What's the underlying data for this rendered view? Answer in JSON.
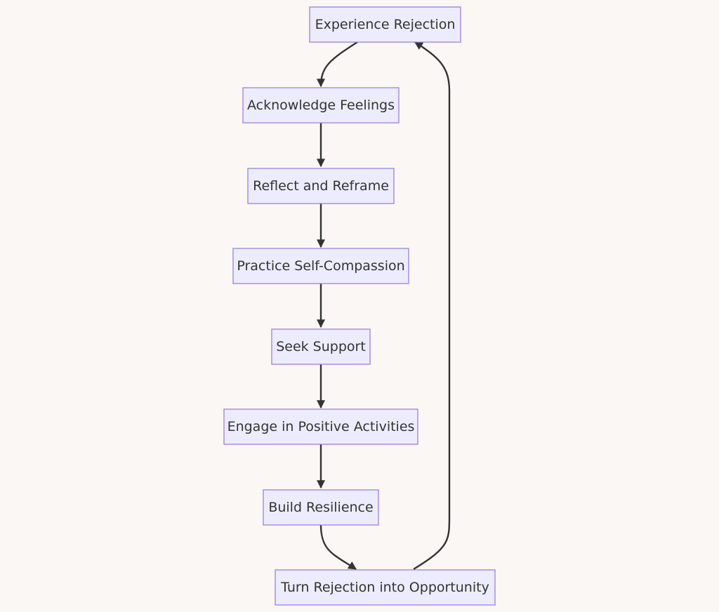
{
  "diagram": {
    "nodes": [
      {
        "id": "experience",
        "label": "Experience Rejection"
      },
      {
        "id": "acknowledge",
        "label": "Acknowledge Feelings"
      },
      {
        "id": "reflect",
        "label": "Reflect and Reframe"
      },
      {
        "id": "compassion",
        "label": "Practice Self-Compassion"
      },
      {
        "id": "support",
        "label": "Seek Support"
      },
      {
        "id": "engage",
        "label": "Engage in Positive Activities"
      },
      {
        "id": "resilience",
        "label": "Build Resilience"
      },
      {
        "id": "opportunity",
        "label": "Turn Rejection into Opportunity"
      }
    ],
    "edges": [
      {
        "from": "experience",
        "to": "acknowledge"
      },
      {
        "from": "acknowledge",
        "to": "reflect"
      },
      {
        "from": "reflect",
        "to": "compassion"
      },
      {
        "from": "compassion",
        "to": "support"
      },
      {
        "from": "support",
        "to": "engage"
      },
      {
        "from": "engage",
        "to": "resilience"
      },
      {
        "from": "resilience",
        "to": "opportunity"
      },
      {
        "from": "opportunity",
        "to": "experience"
      }
    ],
    "colors": {
      "background": "#faf7f4",
      "node_fill": "#ececfe",
      "node_stroke": "#9f7fe0",
      "edge": "#333333",
      "text": "#333333"
    }
  }
}
